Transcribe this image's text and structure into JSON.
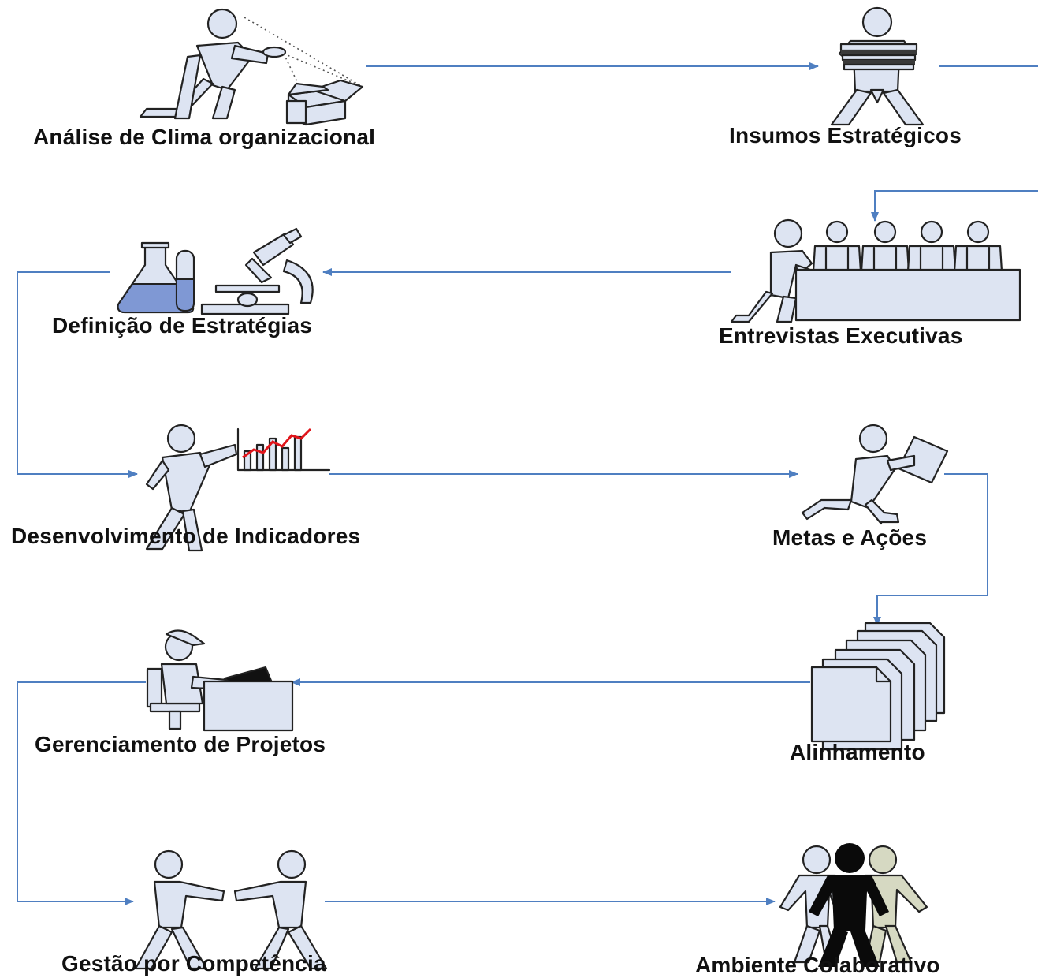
{
  "colors": {
    "arrow": "#4f7fc1",
    "figure_fill": "#dde4f2",
    "figure_stroke": "#222222",
    "liquid": "#7f98d4",
    "chart_line": "#e0151b",
    "dark_person": "#0a0a0a",
    "olive_person": "#d6d9c2"
  },
  "steps": [
    {
      "id": "analise",
      "label": "Análise de Clima organizacional",
      "icon": "magnifier-box-person-icon"
    },
    {
      "id": "insumos",
      "label": "Insumos Estratégicos",
      "icon": "person-with-documents-icon"
    },
    {
      "id": "entrevistas",
      "label": "Entrevistas Executivas",
      "icon": "interview-panel-icon"
    },
    {
      "id": "definicao",
      "label": "Definição de Estratégias",
      "icon": "lab-flask-microscope-icon"
    },
    {
      "id": "desenvolvimento",
      "label": "Desenvolvimento de Indicadores",
      "icon": "person-pointing-chart-icon"
    },
    {
      "id": "metas",
      "label": "Metas e Ações",
      "icon": "person-carrying-paper-icon"
    },
    {
      "id": "alinhamento",
      "label": "Alinhamento",
      "icon": "document-stack-icon"
    },
    {
      "id": "gerenciamento",
      "label": "Gerenciamento de Projetos",
      "icon": "person-at-computer-desk-icon"
    },
    {
      "id": "gestao",
      "label": "Gestão por Competência",
      "icon": "handshake-icon"
    },
    {
      "id": "ambiente",
      "label": "Ambiente Colaborativo",
      "icon": "group-of-people-icon"
    }
  ]
}
